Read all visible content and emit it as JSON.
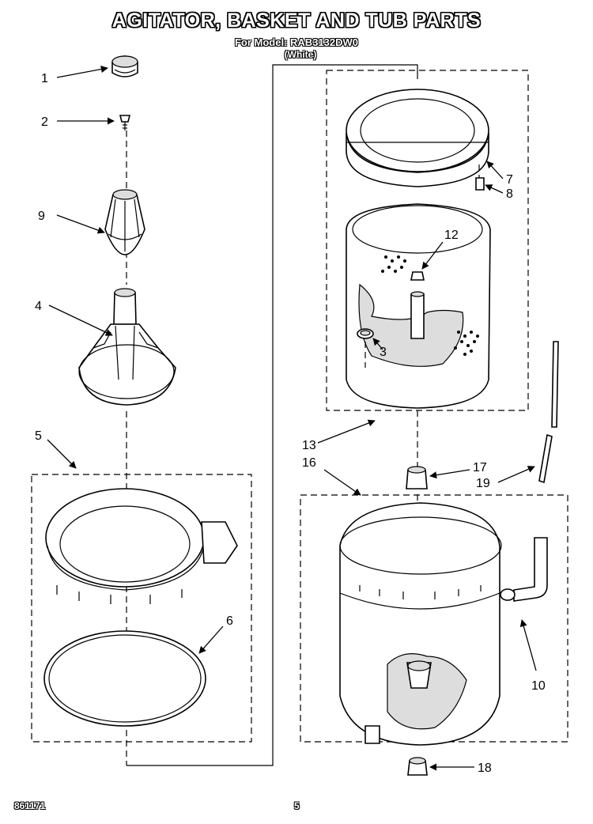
{
  "title": "AGITATOR, BASKET AND TUB PARTS",
  "model_line": "For Model: RAB3132DW0",
  "color_line": "(White)",
  "footer": {
    "doc_number": "861171",
    "page_number": "5"
  },
  "callouts": {
    "c1": "1",
    "c2": "2",
    "c9": "9",
    "c4": "4",
    "c5": "5",
    "c6": "6",
    "c7": "7",
    "c8": "8",
    "c12": "12",
    "c3": "3",
    "c13": "13",
    "c16": "16",
    "c17": "17",
    "c19": "19",
    "c10": "10",
    "c18": "18"
  }
}
